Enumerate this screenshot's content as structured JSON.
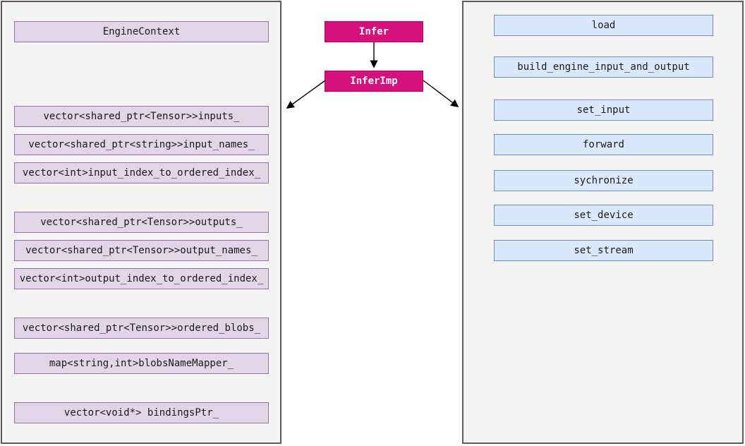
{
  "left_panel": {
    "title": "EngineContext",
    "fields": [
      "vector<shared_ptr<Tensor>>inputs_",
      "vector<shared_ptr<string>>input_names_",
      "vector<int>input_index_to_ordered_index_",
      "vector<shared_ptr<Tensor>>outputs_",
      "vector<shared_ptr<Tensor>>output_names_",
      "vector<int>output_index_to_ordered_index_",
      "vector<shared_ptr<Tensor>>ordered_blobs_",
      "map<string,int>blobsNameMapper_",
      "vector<void*> bindingsPtr_"
    ]
  },
  "hierarchy": {
    "parent": "Infer",
    "child": "InferImp"
  },
  "right_panel": {
    "methods": [
      "load",
      "build_engine_input_and_output",
      "set_input",
      "forward",
      "sychronize",
      "set_device",
      "set_stream"
    ]
  },
  "colors": {
    "class_fill": "#d6107d",
    "class_border": "#a50c60",
    "field_fill": "#e1d5e7",
    "field_border": "#9673a6",
    "method_fill": "#dae8fc",
    "method_border": "#6c8ebf",
    "panel_fill": "#f4f4f4",
    "panel_border": "#5b5b5b",
    "arrow": "#000000"
  }
}
